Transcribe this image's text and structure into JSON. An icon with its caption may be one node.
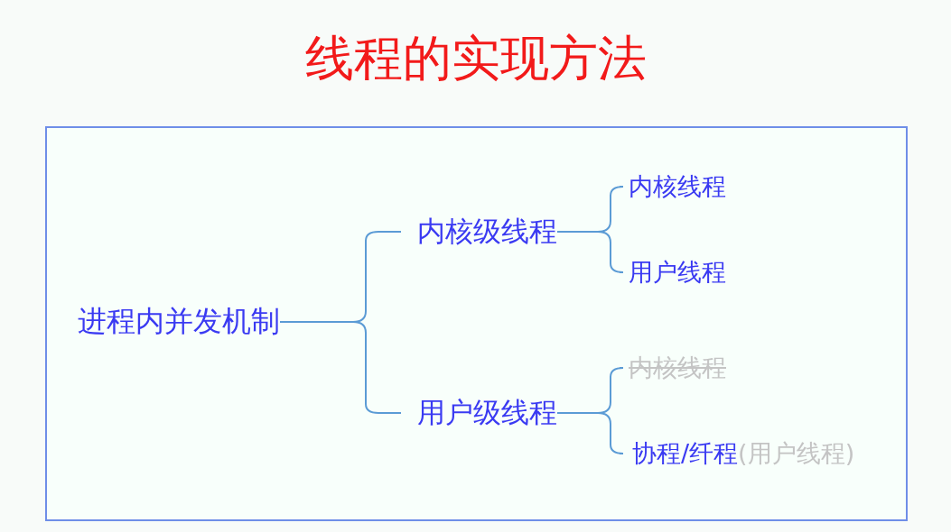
{
  "diagram": {
    "title": "线程的实现方法",
    "nodes": [
      {
        "text": [
          "进程内并发机制"
        ]
      },
      {
        "text": [
          "内核级线程"
        ]
      },
      {
        "text": [
          "用户级线程"
        ]
      },
      {
        "text": [
          "内核线程"
        ]
      },
      {
        "text": [
          "用户线程"
        ]
      },
      {
        "text": [
          "内核线程"
        ]
      },
      {
        "text": [
          "协程/纤程",
          "(用户线程)"
        ]
      }
    ],
    "edges": [
      {
        "from": 0,
        "to": 1,
        "arrow": "none"
      },
      {
        "from": 0,
        "to": 2,
        "arrow": "none"
      },
      {
        "from": 1,
        "to": 3,
        "arrow": "none"
      },
      {
        "from": 1,
        "to": 4,
        "arrow": "none"
      },
      {
        "from": 2,
        "to": 5,
        "arrow": "none"
      },
      {
        "from": 2,
        "to": 6,
        "arrow": "none"
      }
    ]
  }
}
